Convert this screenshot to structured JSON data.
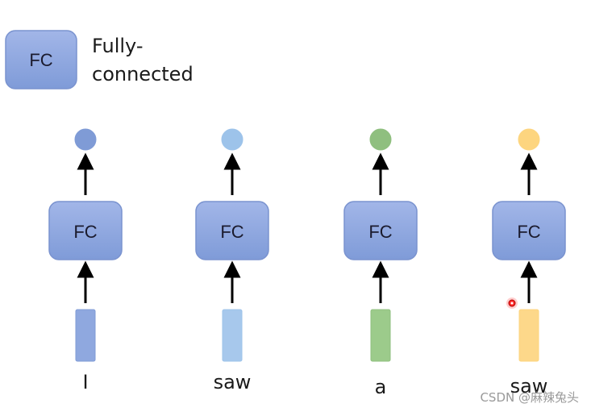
{
  "legend": {
    "box_label": "FC",
    "description_line1": "Fully-",
    "description_line2": "connected"
  },
  "columns": [
    {
      "word": "I",
      "fc_label": "FC",
      "color": "#7f9bd6",
      "input_fill": "#8fa8df"
    },
    {
      "word": "saw",
      "fc_label": "FC",
      "color": "#9dc3ea",
      "input_fill": "#a7c8ec"
    },
    {
      "word": "a",
      "fc_label": "FC",
      "color": "#8fbf7f",
      "input_fill": "#9ccb8b"
    },
    {
      "word": "saw",
      "fc_label": "FC",
      "color": "#fdd57f",
      "input_fill": "#fdd88a"
    }
  ],
  "fc_box_color": "#8ea6e0",
  "fc_box_stroke": "#7a93cf",
  "watermark": "CSDN @麻辣兔头"
}
